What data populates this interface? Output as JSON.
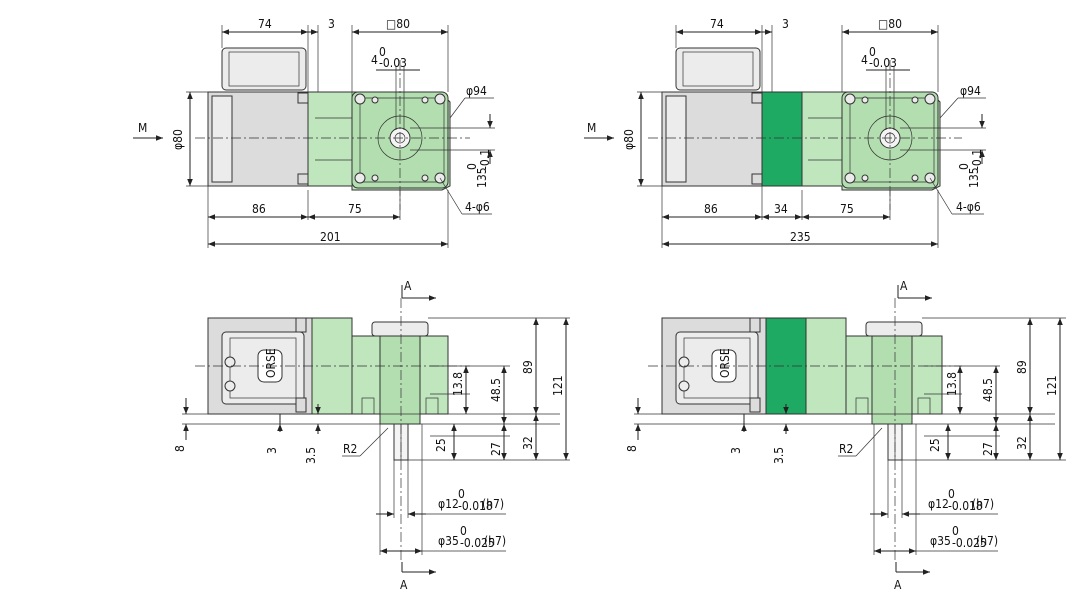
{
  "colors": {
    "gear_housing": "#bfe6bd",
    "adapter": "#1faa63",
    "motor_body": "#dcdcdc"
  },
  "views": {
    "left_top": {
      "dim_74": "74",
      "dim_3": "3",
      "dim_sq80": "□80",
      "dim_4": "4",
      "tol_4_upper": "0",
      "tol_4_lower": "-0.03",
      "arrow_M": "M",
      "dim_phi80": "φ80",
      "dim_phi94": "φ94",
      "dim_135": "135",
      "tol_135_upper": "0",
      "tol_135_lower": "-0.1",
      "dim_4phi6": "4-φ6",
      "dim_86": "86",
      "dim_75": "75",
      "dim_total": "201"
    },
    "right_top": {
      "dim_74": "74",
      "dim_3": "3",
      "dim_sq80": "□80",
      "dim_4": "4",
      "tol_4_upper": "0",
      "tol_4_lower": "-0.03",
      "arrow_M": "M",
      "dim_phi80": "φ80",
      "dim_phi94": "φ94",
      "dim_135": "135",
      "tol_135_upper": "0",
      "tol_135_lower": "-0.1",
      "dim_4phi6": "4-φ6",
      "dim_86": "86",
      "dim_34": "34",
      "dim_75": "75",
      "dim_total": "235"
    },
    "left_bottom": {
      "section_top": "A",
      "section_bottom": "A",
      "dim_8": "8",
      "dim_3": "3",
      "dim_3_5": "3.5",
      "dim_R2": "R2",
      "dim_25": "25",
      "dim_27": "27",
      "dim_32": "32",
      "dim_13_8": "13.8",
      "dim_48_5": "48.5",
      "dim_89": "89",
      "dim_121": "121",
      "dim_phi12": "φ12",
      "tol_12_upper": "0",
      "tol_12_lower": "-0.018",
      "fit_12": "(h7)",
      "dim_phi35": "φ35",
      "tol_35_upper": "0",
      "tol_35_lower": "-0.025",
      "fit_35": "(h7)",
      "label_plate": "ORSE"
    },
    "right_bottom": {
      "section_top": "A",
      "section_bottom": "A",
      "dim_8": "8",
      "dim_3": "3",
      "dim_3_5": "3.5",
      "dim_R2": "R2",
      "dim_25": "25",
      "dim_27": "27",
      "dim_32": "32",
      "dim_13_8": "13.8",
      "dim_48_5": "48.5",
      "dim_89": "89",
      "dim_121": "121",
      "dim_phi12": "φ12",
      "tol_12_upper": "0",
      "tol_12_lower": "-0.018",
      "fit_12": "(h7)",
      "dim_phi35": "φ35",
      "tol_35_upper": "0",
      "tol_35_lower": "-0.025",
      "fit_35": "(h7)",
      "label_plate": "ORSE"
    }
  }
}
